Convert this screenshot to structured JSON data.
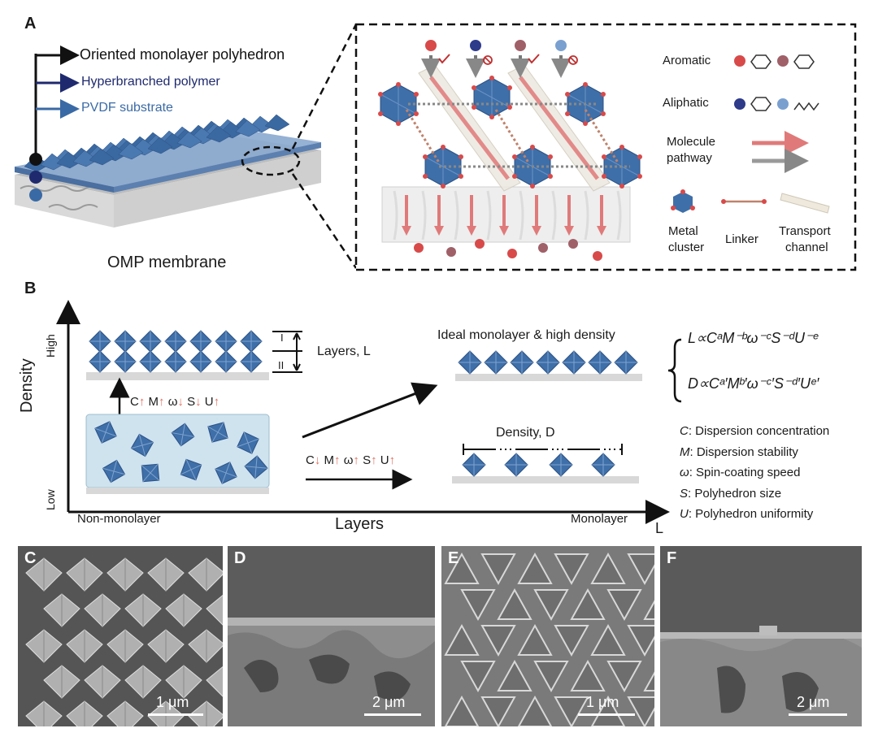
{
  "panel_a": {
    "letter": "A",
    "stack_labels": [
      "Oriented monolayer polyhedron",
      "Hyperbranched polymer",
      "PVDF substrate"
    ],
    "membrane_label": "OMP membrane",
    "legend": {
      "aromatic": "Aromatic",
      "aliphatic": "Aliphatic",
      "pathway_line1": "Molecule",
      "pathway_line2": "pathway",
      "metal_line1": "Metal",
      "metal_line2": "cluster",
      "linker": "Linker",
      "transport_line1": "Transport",
      "transport_line2": "channel"
    }
  },
  "panel_b": {
    "letter": "B",
    "y_axis": "Density",
    "y_high": "High",
    "y_low": "Low",
    "x_axis": "Layers",
    "x_symbol": "L",
    "x_left": "Non-monolayer",
    "x_right": "Monolayer",
    "layers_label": "Layers, L",
    "layer_I": "I",
    "layer_II": "II",
    "ideal_label": "Ideal monolayer & high density",
    "density_label": "Density, D",
    "up_path": [
      "C",
      "M",
      "ω",
      "S",
      "U"
    ],
    "right_path": [
      "C",
      "M",
      "ω",
      "S",
      "U"
    ],
    "eq_L": "L∝CᵃM⁻ᵇω⁻ᶜS⁻ᵈU⁻ᵉ",
    "eq_D": "D∝Cᵃ′Mᵇ′ω⁻ᶜ′S⁻ᵈ′Uᵉ′",
    "defs": [
      {
        "sym": "C",
        "text": ": Dispersion concentration"
      },
      {
        "sym": "M",
        "text": ": Dispersion stability"
      },
      {
        "sym": "ω",
        "text": ": Spin-coating speed"
      },
      {
        "sym": "S",
        "text": ": Polyhedron size"
      },
      {
        "sym": "U",
        "text": ": Polyhedron uniformity"
      }
    ]
  },
  "sem": [
    {
      "letter": "C",
      "scale": "1 μm"
    },
    {
      "letter": "D",
      "scale": "2 μm"
    },
    {
      "letter": "E",
      "scale": "1 μm"
    },
    {
      "letter": "F",
      "scale": "2 μm"
    }
  ],
  "colors": {
    "polyhedron": "#3f6fa8",
    "pathway_red": "#e07a7a",
    "pathway_gray": "#8a8a8a",
    "arrow_up": "#e07060",
    "navy": "#1f2a6e",
    "mid_blue": "#3a6aa5"
  }
}
